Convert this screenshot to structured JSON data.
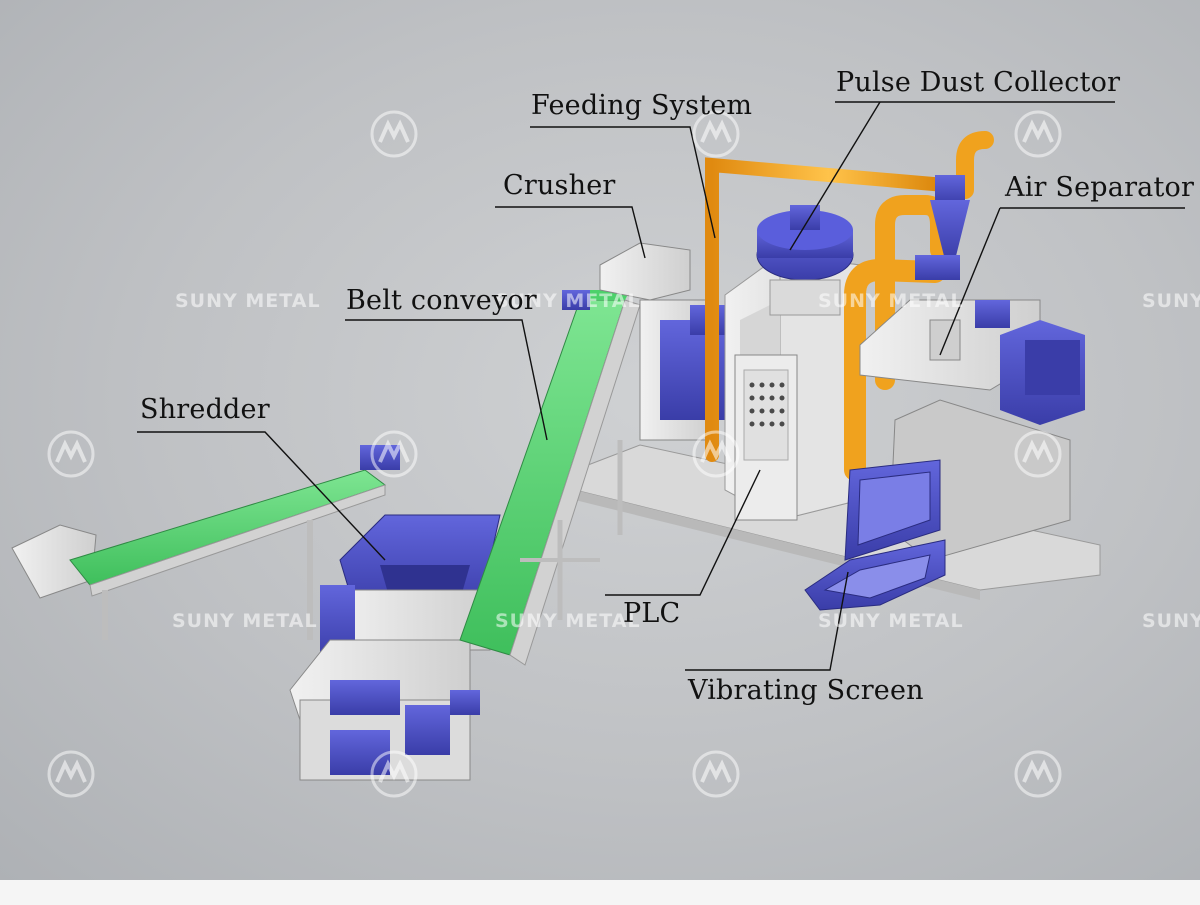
{
  "labels": {
    "feeding_system": "Feeding System",
    "pulse_dust_collector": "Pulse Dust Collector",
    "crusher": "Crusher",
    "air_separator": "Air Separator",
    "belt_conveyor": "Belt conveyor",
    "shredder": "Shredder",
    "plc": "PLC",
    "vibrating_screen": "Vibrating Screen"
  },
  "watermark": {
    "text": "SUNY METAL",
    "text_short": "SUNY"
  },
  "colors": {
    "machine_blue": "#4b4fc4",
    "pipe_orange": "#f0a21e",
    "belt_green": "#5fd37a",
    "frame_white": "#e6e6e6",
    "background": "#c3c5c8"
  }
}
